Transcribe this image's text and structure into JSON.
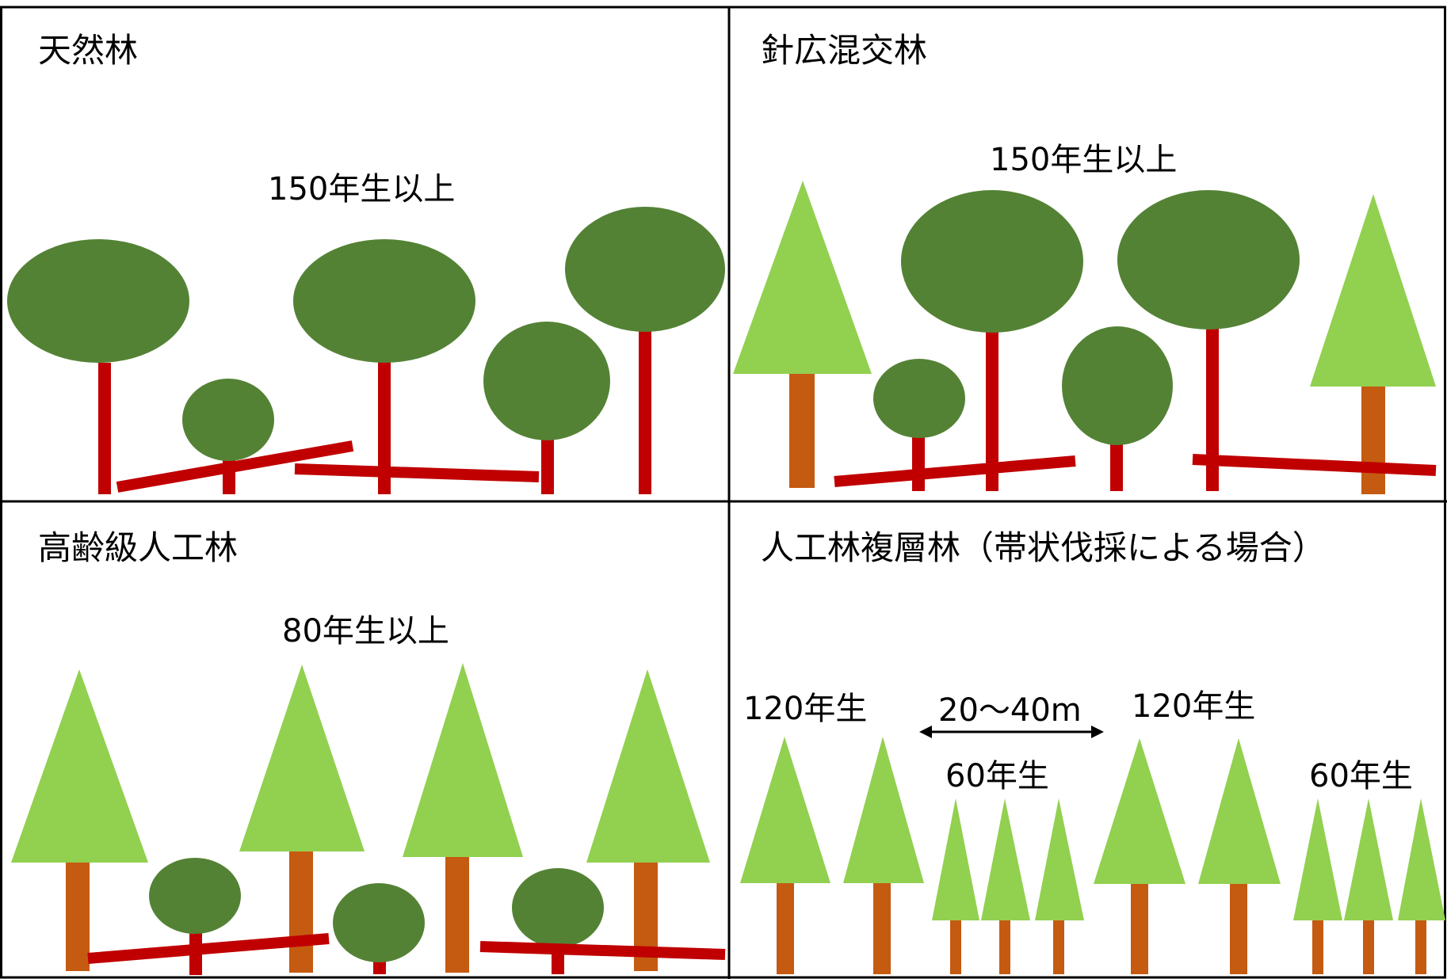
{
  "panels": {
    "natural": {
      "title": "天然林",
      "age_label": "150年生以上"
    },
    "mixed": {
      "title": "針広混交林",
      "age_label": "150年生以上"
    },
    "old_plantation": {
      "title": "高齢級人工林",
      "age_label": "80年生以上"
    },
    "multilayer": {
      "title": "人工林複層林（帯状伐採による場合）",
      "label_left_old": "120年生",
      "label_right_old": "120年生",
      "label_left_young": "60年生",
      "label_right_young": "60年生",
      "strip_width": "20〜40m"
    }
  },
  "colors": {
    "broadleaf_crown": "#548235",
    "broadleaf_trunk": "#c00000",
    "conifer_crown": "#92d050",
    "conifer_trunk": "#c55a11",
    "border": "#000000"
  }
}
